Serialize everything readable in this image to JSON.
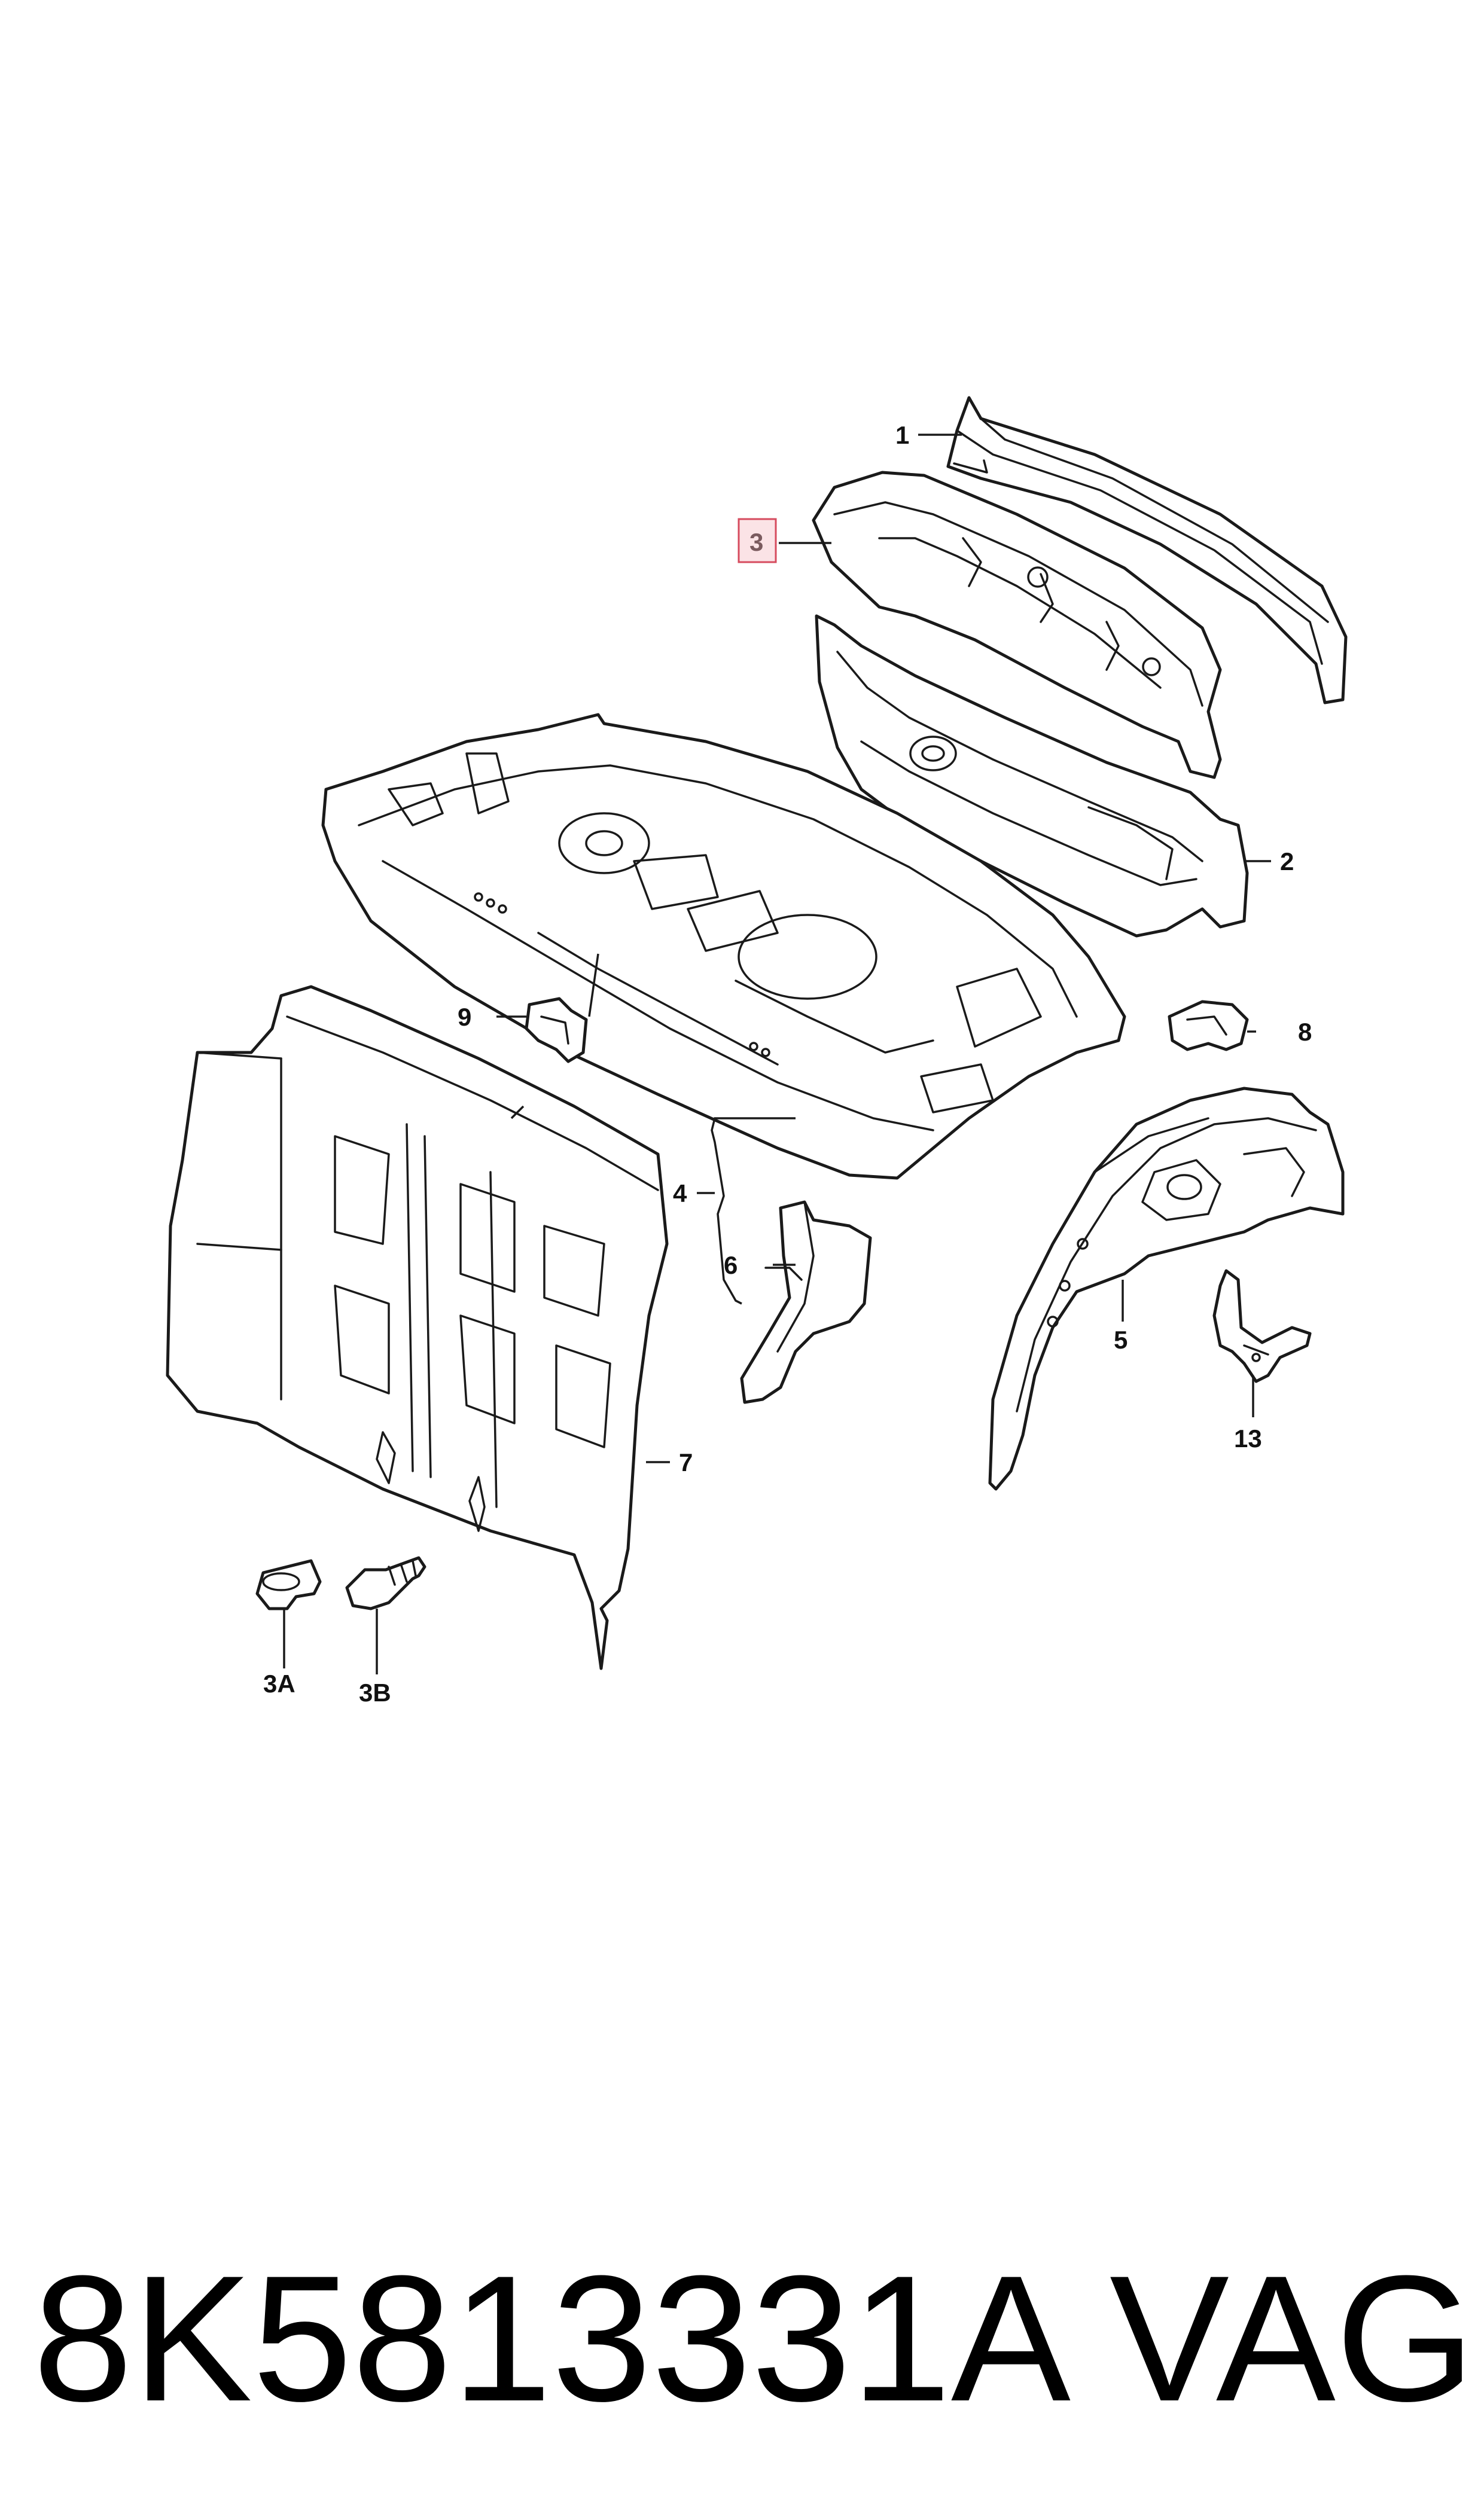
{
  "diagram": {
    "callouts": {
      "c1": "1",
      "c2": "2",
      "c3": "3",
      "c3a": "3A",
      "c3b": "3B",
      "c4": "4",
      "c5": "5",
      "c6": "6",
      "c7": "7",
      "c8": "8",
      "c9": "9",
      "c13": "13"
    },
    "highlighted_callout": "3",
    "highlight_color": "#d64b5e"
  },
  "footer": {
    "part_number": "8K5813331A",
    "brand": "VAG"
  }
}
